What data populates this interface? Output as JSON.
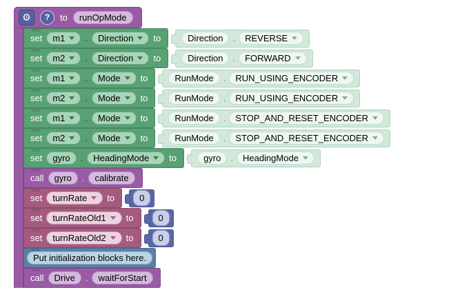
{
  "window": {
    "background": "#ffffff"
  },
  "colors": {
    "procedure_purple": "#9a5ba5",
    "property_green": "#57a173",
    "shadow_green": "#d2e9da",
    "variable_mauve": "#a55b80",
    "math_blue": "#5b67a5",
    "comment_blue": "#5b80a5",
    "icon_indigo": "#5560a2"
  },
  "function_block": {
    "keyword_to": "to",
    "name": "runOpMode",
    "gear_icon": "⚙",
    "help_glyph": "?"
  },
  "statements": [
    {
      "kind": "set_property",
      "set": "set",
      "device": "m1",
      "dot": ".",
      "property": "Direction",
      "to": "to",
      "value": {
        "type_label": "Direction",
        "dot": ".",
        "option": "REVERSE"
      }
    },
    {
      "kind": "set_property",
      "set": "set",
      "device": "m2",
      "dot": ".",
      "property": "Direction",
      "to": "to",
      "value": {
        "type_label": "Direction",
        "dot": ".",
        "option": "FORWARD"
      }
    },
    {
      "kind": "set_property",
      "set": "set",
      "device": "m1",
      "dot": ".",
      "property": "Mode",
      "to": "to",
      "value": {
        "type_label": "RunMode",
        "dot": ".",
        "option": "RUN_USING_ENCODER"
      }
    },
    {
      "kind": "set_property",
      "set": "set",
      "device": "m2",
      "dot": ".",
      "property": "Mode",
      "to": "to",
      "value": {
        "type_label": "RunMode",
        "dot": ".",
        "option": "RUN_USING_ENCODER"
      }
    },
    {
      "kind": "set_property",
      "set": "set",
      "device": "m1",
      "dot": ".",
      "property": "Mode",
      "to": "to",
      "value": {
        "type_label": "RunMode",
        "dot": ".",
        "option": "STOP_AND_RESET_ENCODER"
      }
    },
    {
      "kind": "set_property",
      "set": "set",
      "device": "m2",
      "dot": ".",
      "property": "Mode",
      "to": "to",
      "value": {
        "type_label": "RunMode",
        "dot": ".",
        "option": "STOP_AND_RESET_ENCODER"
      }
    },
    {
      "kind": "set_property_plain_device",
      "set": "set",
      "device": "gyro",
      "dot": ".",
      "property": "HeadingMode",
      "to": "to",
      "value": {
        "device": "gyro",
        "dot": ".",
        "option": "HeadingMode"
      }
    },
    {
      "kind": "call",
      "call": "call",
      "target": "gyro",
      "dot": ".",
      "method": "calibrate"
    },
    {
      "kind": "set_variable",
      "set": "set",
      "variable": "turnRate",
      "to": "to",
      "value": {
        "number": "0"
      }
    },
    {
      "kind": "set_variable",
      "set": "set",
      "variable": "turnRateOld1",
      "to": "to",
      "value": {
        "number": "0"
      }
    },
    {
      "kind": "set_variable",
      "set": "set",
      "variable": "turnRateOld2",
      "to": "to",
      "value": {
        "number": "0"
      }
    },
    {
      "kind": "comment",
      "text": "Put initialization blocks here."
    },
    {
      "kind": "call",
      "call": "call",
      "target": "Drive",
      "dot": ".",
      "method": "waitForStart"
    }
  ]
}
